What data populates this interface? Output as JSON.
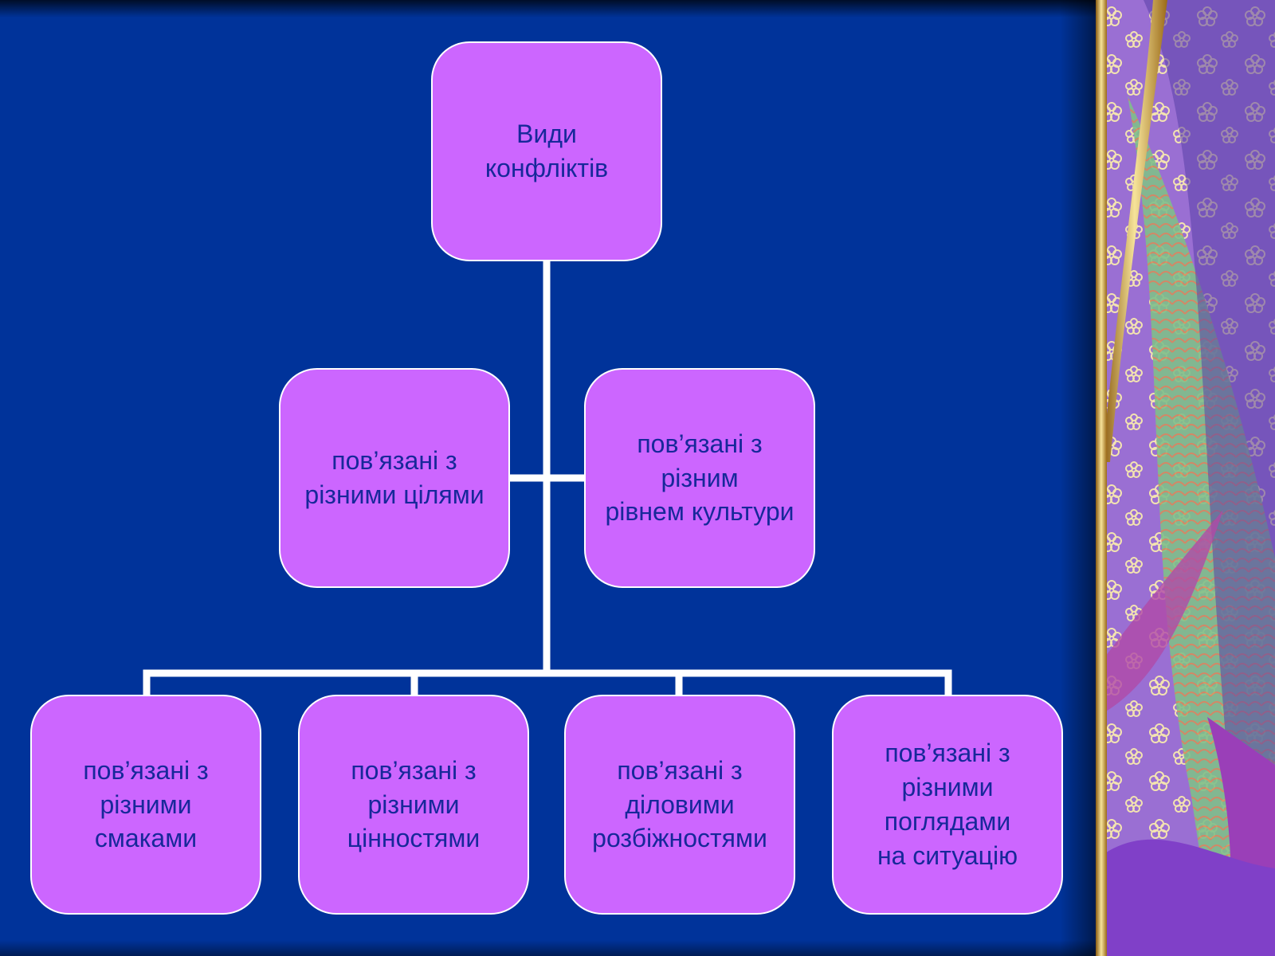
{
  "diagram": {
    "root": {
      "text": "Види\nконфліктів"
    },
    "middle": [
      {
        "text": "пов’язані з\nрізними цілями"
      },
      {
        "text": "пов’язані з\nрізним\nрівнем культури"
      }
    ],
    "bottom": [
      {
        "text": "пов’язані з\nрізними\nсмаками"
      },
      {
        "text": "пов’язані з\nрізними\nцінностями"
      },
      {
        "text": "пов’язані з\nділовими\nрозбіжностями"
      },
      {
        "text": "пов’язані з\nрізними\nпоглядами\nна ситуацію"
      }
    ]
  },
  "colors": {
    "background": "#00339a",
    "node_fill": "#cc66ff",
    "node_border": "#ffffff",
    "node_text": "#17289a",
    "connector": "#ffffff"
  }
}
